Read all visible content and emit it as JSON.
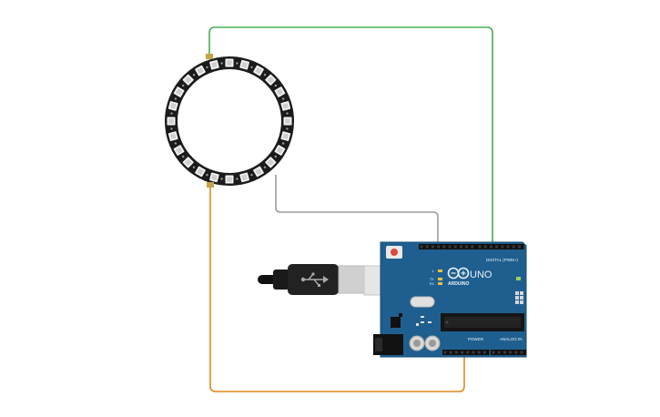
{
  "colors": {
    "wire_green": "#4caf50",
    "wire_gray": "#9e9e9e",
    "wire_orange": "#e08a1e",
    "board_blue": "#1f5f8f",
    "ring_black": "#1b1b1b"
  },
  "ring": {
    "led_count": 24
  },
  "arduino": {
    "brand": "ARDUINO",
    "model": "UNO",
    "digital_label": "DIGITAL (PWM~)",
    "power_label": "POWER",
    "analog_label": "ANALOG IN",
    "tx_label": "TX",
    "rx_label": "RX",
    "l_label": "L"
  },
  "usb": {
    "icon": "usb-icon"
  }
}
